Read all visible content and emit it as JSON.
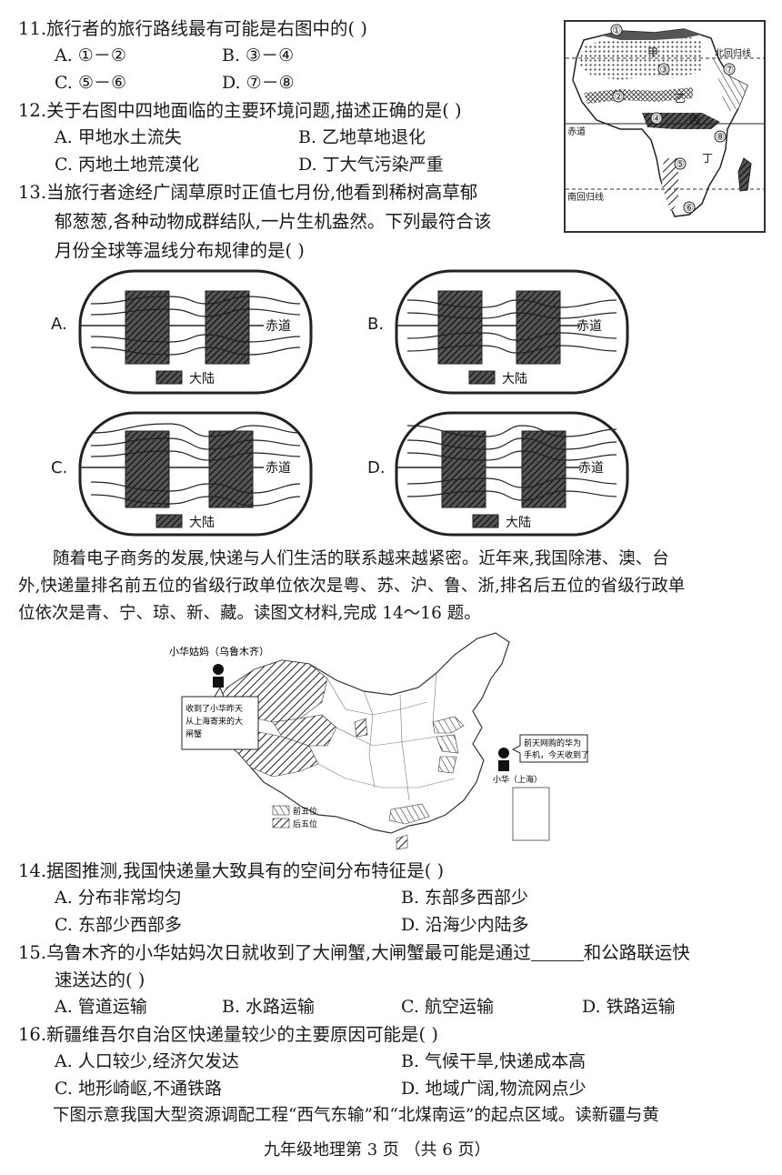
{
  "q11": {
    "stem": "11.旅行者的旅行路线最有可能是右图中的(    )",
    "a": "A. ①－②",
    "b": "B. ③－④",
    "c": "C. ⑤－⑥",
    "d": "D. ⑦－⑧"
  },
  "q12": {
    "stem": "12.关于右图中四地面临的主要环境问题,描述正确的是(    )",
    "a": "A. 甲地水土流失",
    "b": "B. 乙地草地退化",
    "c": "C. 丙地土地荒漠化",
    "d": "D. 丁大气污染严重"
  },
  "q13": {
    "line1": "13.当旅行者途经广阔草原时正值七月份,他看到稀树高草郁",
    "line2": "郁葱葱,各种动物成群结队,一片生机盎然。下列最符合该",
    "line3": "月份全球等温线分布规律的是(    )"
  },
  "africa_map": {
    "labels": {
      "jia": "甲",
      "yi": "乙",
      "bing": "丙",
      "ding": "丁"
    },
    "nums": [
      "①",
      "②",
      "③",
      "④",
      "⑤",
      "⑥",
      "⑦",
      "⑧"
    ],
    "tropic_n": "北回归线",
    "equator": "赤道",
    "tropic_s": "南回归线"
  },
  "iso_diagrams": {
    "options": [
      "A.",
      "B.",
      "C.",
      "D."
    ],
    "equator": "赤道",
    "continent": "大陆"
  },
  "passage": {
    "line1": "随着电子商务的发展,快递与人们生活的联系越来越紧密。近年来,我国除港、澳、台",
    "line2": "外,快递量排名前五位的省级行政单位依次是粤、苏、沪、鲁、浙,排名后五位的省级行政单",
    "line3": "位依次是青、宁、琼、新、藏。读图文材料,完成 14～16 题。"
  },
  "china_map": {
    "aunt_label": "小华姑妈（乌鲁木齐）",
    "aunt_bubble_1": "收到了小华昨天",
    "aunt_bubble_2": "从上海寄来的大",
    "aunt_bubble_3": "闸蟹",
    "xh_bubble_1": "前天网购的华为",
    "xh_bubble_2": "手机，今天收到了",
    "xh_label": "小华（上海）",
    "legend_top": "前五位",
    "legend_bottom": "后五位"
  },
  "q14": {
    "stem": "14.据图推测,我国快递量大致具有的空间分布特征是(    )",
    "a": "A. 分布非常均匀",
    "b": "B. 东部多西部少",
    "c": "C. 东部少西部多",
    "d": "D. 沿海少内陆多"
  },
  "q15": {
    "stem_a": "15.乌鲁木齐的小华姑妈次日就收到了大闸蟹,大闸蟹最可能是通过",
    "stem_b": "和公路联运快",
    "line2": "速送达的(    )",
    "a": "A. 管道运输",
    "b": "B. 水路运输",
    "c": "C. 航空运输",
    "d": "D. 铁路运输"
  },
  "q16": {
    "stem": "16.新疆维吾尔自治区快递量较少的主要原因可能是(    )",
    "a": "A. 人口较少,经济欠发达",
    "b": "B. 气候干旱,快递成本高",
    "c": "C. 地形崎岖,不通铁路",
    "d": "D. 地域广阔,物流网点少"
  },
  "intro17": "下图示意我国大型资源调配工程“西气东输”和“北煤南运”的起点区域。读新疆与黄",
  "footer": "九年级地理第 3 页  （共 6 页）"
}
